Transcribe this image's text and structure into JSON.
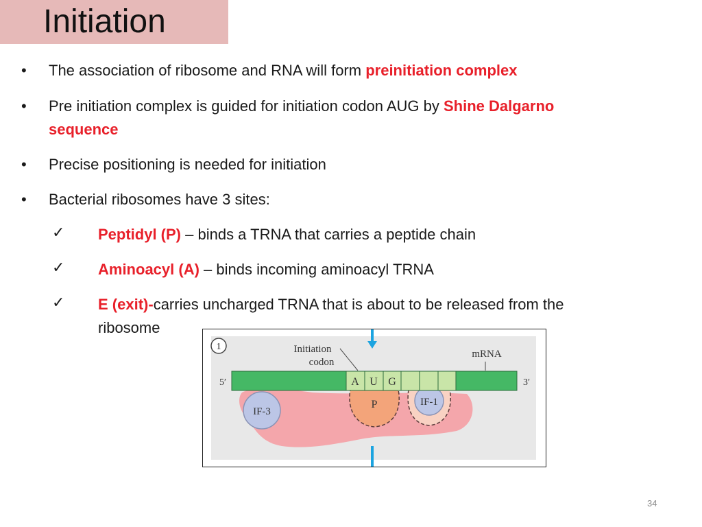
{
  "slide": {
    "title": "Initiation",
    "page_number": "34"
  },
  "bullets": [
    {
      "mark": "•",
      "text": "The association of ribosome and RNA will form ",
      "highlight": "preinitiation complex",
      "tail": ""
    },
    {
      "mark": "•",
      "text": "Pre initiation complex is guided for initiation codon AUG by ",
      "highlight": "Shine Dalgarno",
      "line2": "sequence"
    },
    {
      "mark": "•",
      "text": "Precise positioning is needed for initiation"
    },
    {
      "mark": "•",
      "text": "Bacterial ribosomes have 3 sites:"
    }
  ],
  "sites": [
    {
      "mark": "✓",
      "name": "Peptidyl (P)",
      "desc": " – binds a TRNA that carries a peptide chain"
    },
    {
      "mark": "✓",
      "name": "Aminoacyl (A)",
      "desc": " – binds incoming aminoacyl TRNA"
    },
    {
      "mark": "✓",
      "name": "E (exit)-",
      "desc": "carries uncharged TRNA that is about to be released from the",
      "line2": "ribosome"
    }
  ],
  "figure": {
    "step": "1",
    "initiation_codon_line1": "Initiation",
    "initiation_codon_line2": "codon",
    "mrna_label": "mRNA",
    "five_prime": "5′",
    "three_prime": "3′",
    "codon": [
      "A",
      "U",
      "G"
    ],
    "p_site": "P",
    "if1": "IF-1",
    "if3": "IF-3",
    "colors": {
      "mrna": "#45b865",
      "codon": "#c9e5a8",
      "ribosome": "#f4a6ab",
      "p_site": "#f3a47a",
      "if_factor": "#bcc6e6",
      "marker": "#1ca4e0",
      "panel": "#e8e8e8"
    }
  }
}
